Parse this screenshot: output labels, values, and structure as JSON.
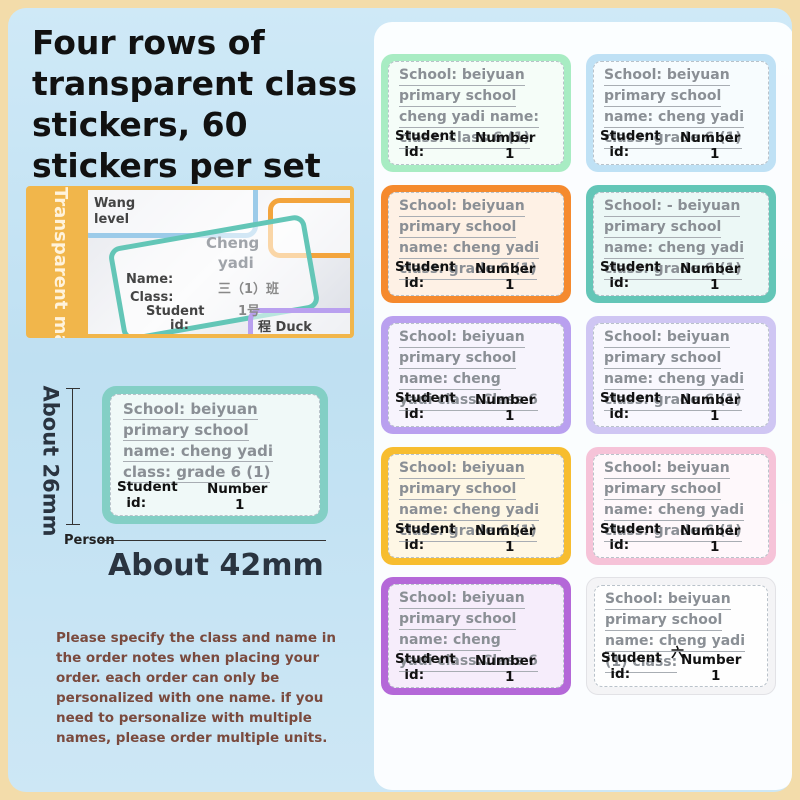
{
  "headline": "Four rows of transparent class stickers, 60 stickers per set",
  "photo": {
    "side_label": "Transparent material",
    "texts": [
      "Wang",
      "level",
      "Name:",
      "Cheng",
      "yadi",
      "Class:",
      "三（1）班",
      "Student",
      "id:",
      "1号",
      "程 Duck"
    ]
  },
  "dimensions": {
    "height_label": "About 26mm",
    "width_label": "About 42mm",
    "person_label": "Person"
  },
  "note": "Please specify the class and name in the order notes when placing your order. each order can only be personalized with one name. if you need to personalize with multiple names, please order multiple units.",
  "sample_sticker": {
    "lines": [
      "School: beiyuan",
      "primary school",
      "name: cheng yadi",
      "class: grade 6 (1)"
    ],
    "student": "Student",
    "id": "id:",
    "number_label": "Number",
    "number_value": "1"
  },
  "stickers": [
    {
      "color": "#a8ecc3",
      "lines": [
        "School: beiyuan",
        "primary school",
        "cheng yadi name:",
        "class: class 6 (1)"
      ],
      "student": "Student",
      "id": "id:",
      "number_label": "Number",
      "number_value": "1"
    },
    {
      "color": "#bfe1f5",
      "lines": [
        "School: beiyuan",
        "primary school",
        "name: cheng yadi",
        "class: grade 6 (1)"
      ],
      "student": "Student",
      "id": "id:",
      "number_label": "Number",
      "number_value": "1"
    },
    {
      "color": "#f58a2e",
      "lines": [
        "School: beiyuan",
        "primary school",
        "name: cheng yadi",
        "class: grade 6 (1)"
      ],
      "student": "Student",
      "id": "id:",
      "number_label": "Number",
      "number_value": "1"
    },
    {
      "color": "#63c6b7",
      "lines": [
        "School: - beiyuan",
        "primary school",
        "name: cheng yadi",
        "class: grade 6 (1)"
      ],
      "student": "Student",
      "id": "id:",
      "number_label": "Number",
      "number_value": "1"
    },
    {
      "color": "#b9a0ef",
      "lines": [
        "School: beiyuan",
        "primary school",
        "name: cheng",
        "yadi class:Class 6"
      ],
      "student": "Student",
      "id": "id:",
      "number_label": "Number",
      "number_value": "1"
    },
    {
      "color": "#cfc6f3",
      "lines": [
        "School: beiyuan",
        "primary school",
        "name: cheng yadi",
        "class: grade 6 (1)"
      ],
      "student": "Student",
      "id": "id:",
      "number_label": "Number",
      "number_value": "1"
    },
    {
      "color": "#f7bd2f",
      "lines": [
        "School: beiyuan",
        "primary school",
        "name: cheng yadi",
        "class: grade 6 (1)"
      ],
      "student": "Student",
      "id": "id:",
      "number_label": "Number",
      "number_value": "1"
    },
    {
      "color": "#f6c3d8",
      "lines": [
        "School: beiyuan",
        "primary school",
        "name: cheng yadi",
        "class: grade 6 (1)"
      ],
      "student": "Student",
      "id": "id:",
      "number_label": "Number",
      "number_value": "1"
    },
    {
      "color": "#b468d8",
      "lines": [
        "School: beiyuan",
        "primary school",
        "name: cheng",
        "yadi class:Class 6"
      ],
      "student": "Student",
      "id": "id:",
      "number_label": "Number",
      "number_value": "1"
    },
    {
      "color": "#f4f4f6",
      "lines": [
        "School: beiyuan",
        "primary school",
        "name: cheng yadi",
        "(1) class:",
        "六"
      ],
      "student": "Student",
      "id": "id:",
      "number_label": "Number",
      "number_value": "1"
    }
  ],
  "colors": {
    "background": "#cfe9f7",
    "outer": "#f3dcaa",
    "photo_band": "#f1b64b",
    "note_text": "#7a4a3e"
  }
}
